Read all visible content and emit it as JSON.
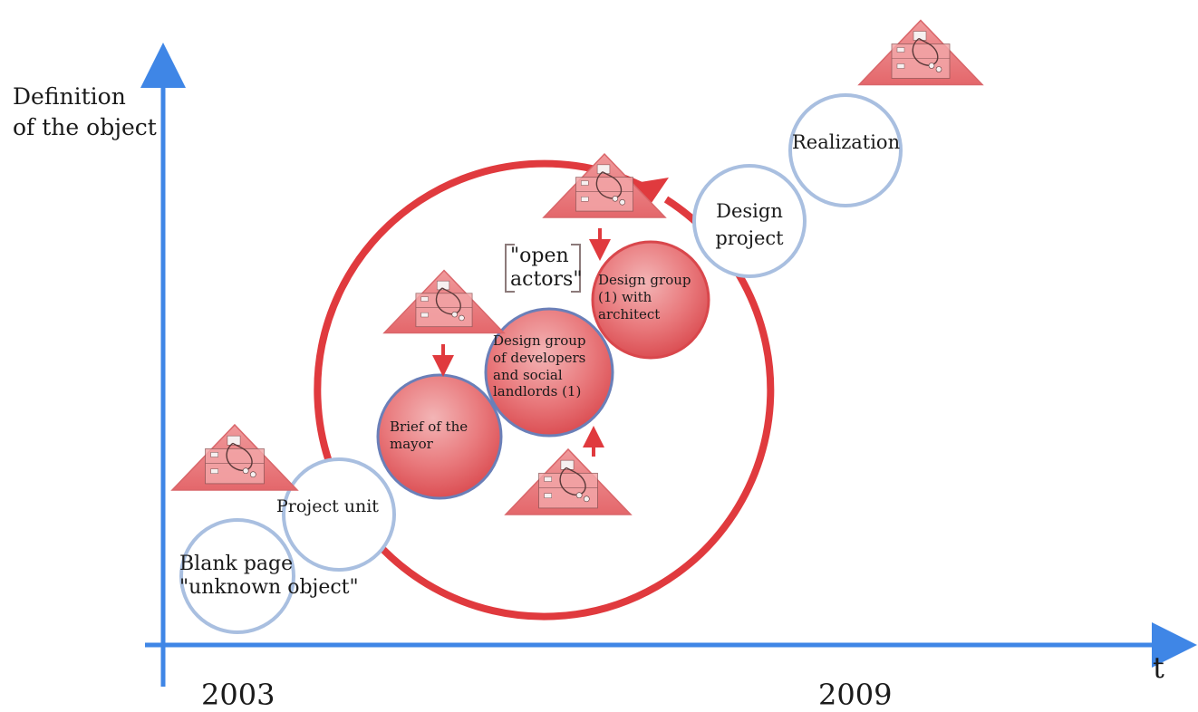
{
  "axes": {
    "y_label_line1": "Definition",
    "y_label_line2": "of the object",
    "x_label": "t",
    "year_start": "2003",
    "year_end": "2009"
  },
  "stages": {
    "blank_page_line1": "Blank page",
    "blank_page_line2": "\"unknown object\"",
    "project_unit": "Project unit",
    "brief_line1": "Brief of the",
    "brief_line2": "mayor",
    "group_dev_line1": "Design group",
    "group_dev_line2": "of developers",
    "group_dev_line3": "and social",
    "group_dev_line4": "landlords (1)",
    "group_arch_line1": "Design group",
    "group_arch_line2": "(1) with",
    "group_arch_line3": "architect",
    "open_actors_line1": "\"open",
    "open_actors_line2": "actors\"",
    "design_project_line1": "Design",
    "design_project_line2": "project",
    "realization": "Realization"
  },
  "colors": {
    "axis": "#3f86e6",
    "loop": "#e03a3e",
    "circle_outline": "#a9bfe0",
    "triangle_fill": "#e8777a",
    "red_node_fill": "#e26a6e"
  }
}
